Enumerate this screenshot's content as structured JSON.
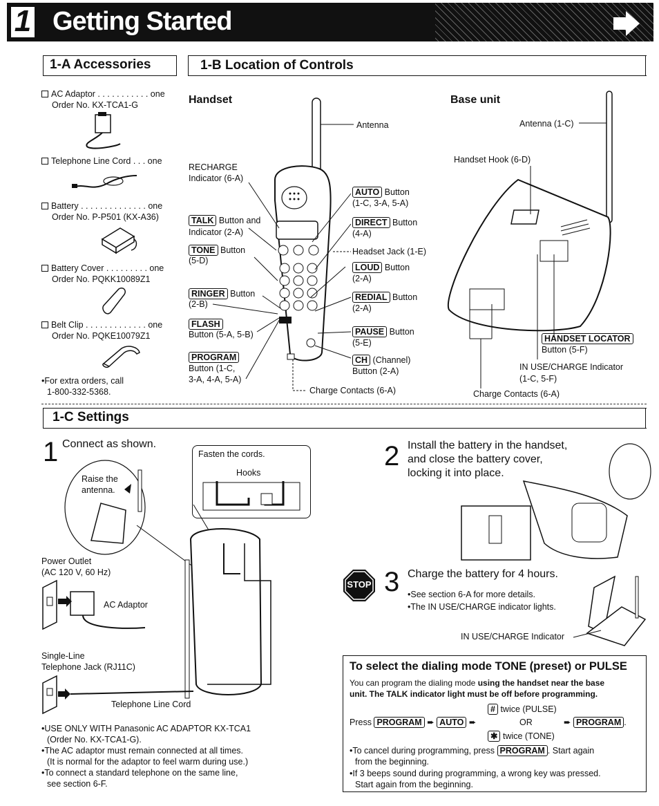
{
  "header": {
    "number": "1",
    "title": "Getting Started"
  },
  "accessories": {
    "title": "1-A Accessories",
    "items": [
      {
        "name": "AC Adaptor . . . . . . . . . . . one",
        "order": "Order No. KX-TCA1-G"
      },
      {
        "name": "Telephone Line Cord . . . one",
        "order": ""
      },
      {
        "name": "Battery . . . . . . . . . . . . . . one",
        "order": "Order No. P-P501 (KX-A36)"
      },
      {
        "name": "Battery Cover . . . . . . . . . one",
        "order": "Order No. PQKK10089Z1"
      },
      {
        "name": "Belt Clip . . . . . . . . . . . . . one",
        "order": "Order No. PQKE10079Z1"
      }
    ],
    "extra1": "•For extra orders, call",
    "extra2": "1-800-332-5368."
  },
  "controls": {
    "title": "1-B Location of Controls",
    "handset_title": "Handset",
    "base_title": "Base unit",
    "antenna": "Antenna",
    "recharge1": "RECHARGE",
    "recharge2": "Indicator (6-A)",
    "talk_key": "TALK",
    "talk1": "Button and",
    "talk2": "Indicator (2-A)",
    "tone_key": "TONE",
    "tone1": "Button",
    "tone2": "(5-D)",
    "ringer_key": "RINGER",
    "ringer1": "Button",
    "ringer2": "(2-B)",
    "flash_key": "FLASH",
    "flash2": "Button (5-A, 5-B)",
    "program_key": "PROGRAM",
    "program2": "Button (1-C,",
    "program3": "3-A, 4-A, 5-A)",
    "auto_key": "AUTO",
    "auto1": "Button",
    "auto2": "(1-C, 3-A, 5-A)",
    "direct_key": "DIRECT",
    "direct1": "Button",
    "direct2": "(4-A)",
    "headset": "Headset Jack (1-E)",
    "loud_key": "LOUD",
    "loud1": "Button",
    "loud2": "(2-A)",
    "redial_key": "REDIAL",
    "redial1": "Button",
    "redial2": "(2-A)",
    "pause_key": "PAUSE",
    "pause1": "Button",
    "pause2": "(5-E)",
    "ch_key": "CH",
    "ch1": "(Channel)",
    "ch2": "Button (2-A)",
    "charge_contacts": "Charge Contacts (6-A)",
    "base_antenna": "Antenna (1-C)",
    "handset_hook": "Handset Hook (6-D)",
    "locator_key": "HANDSET LOCATOR",
    "locator2": "Button (5-F)",
    "inuse1": "IN USE/CHARGE Indicator",
    "inuse2": "(1-C, 5-F)",
    "base_charge": "Charge Contacts (6-A)"
  },
  "settings": {
    "title": "1-C Settings",
    "step1_num": "1",
    "step1": "Connect as shown.",
    "raise1": "Raise the",
    "raise2": "antenna.",
    "fasten": "Fasten the cords.",
    "hooks": "Hooks",
    "outlet1": "Power Outlet",
    "outlet2": "(AC 120 V, 60 Hz)",
    "ac_adaptor": "AC Adaptor",
    "jack1": "Single-Line",
    "jack2": "Telephone Jack (RJ11C)",
    "line_cord": "Telephone Line Cord",
    "notes": [
      "•USE ONLY WITH Panasonic AC ADAPTOR KX-TCA1",
      "(Order No. KX-TCA1-G).",
      "•The AC adaptor must remain connected at all times.",
      "(It is normal for the adaptor to feel warm during use.)",
      "•To connect a standard telephone on the same line,",
      "see section 6-F."
    ],
    "step2_num": "2",
    "step2a": "Install the battery in the handset,",
    "step2b": "and close the battery cover,",
    "step2c": "locking it into place.",
    "stop": "STOP",
    "step3_num": "3",
    "step3": "Charge the battery for 4 hours.",
    "step3_b1": "•See section 6-A for more details.",
    "step3_b2": "•The IN USE/CHARGE indicator lights.",
    "inuse_label": "IN USE/CHARGE Indicator"
  },
  "dial": {
    "title": "To select the dialing mode TONE (preset) or PULSE",
    "p1a": "You can program the dialing mode ",
    "p1b": "using the handset near the base",
    "p1c": "unit. The TALK indicator light must be off before programming.",
    "hash_key": "#",
    "twice_pulse": "twice (PULSE)",
    "press": "Press",
    "program_key": "PROGRAM",
    "auto_key": "AUTO",
    "or": "OR",
    "star_key": "✱",
    "twice_tone": "twice (TONE)",
    "c1": "•To cancel during programming, press",
    "c2": ". Start again",
    "c3": "from the beginning.",
    "c4": "•If 3 beeps sound during programming, a wrong key was pressed.",
    "c5": "Start again from the beginning."
  }
}
